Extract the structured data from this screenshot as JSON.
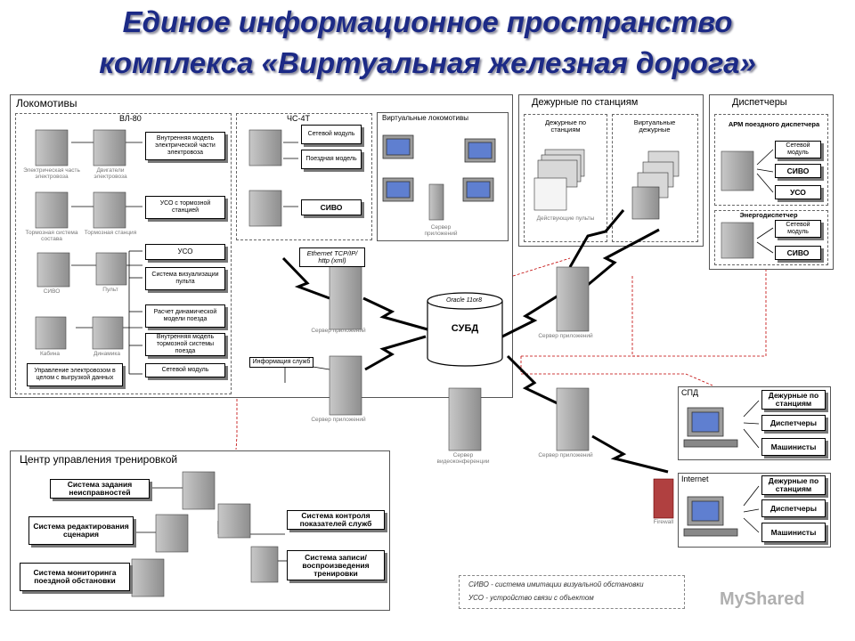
{
  "title": {
    "line1": "Единое информационное пространство",
    "line2": "комплекса «Виртуальная железная дорога»"
  },
  "locomotives": {
    "title": "Локомотивы",
    "vl80": {
      "title": "ВЛ-80",
      "servers": [
        "Электрическая часть электровоза",
        "Двигатели электровоза",
        "Тормозная система состава",
        "Тормозная станция",
        "СИВО",
        "Пульт",
        "Кабина",
        "Динамика"
      ],
      "modules": [
        "Внутренняя модель электрической части электровоза",
        "УСО с тормозной станцией",
        "УСО",
        "Система визуализации пульта",
        "Расчет динамической модели поезда",
        "Внутренняя модель тормозной системы поезда",
        "Сетевой модуль"
      ],
      "bottom": "Управление электровозом в целом с выгрузкой данных"
    },
    "chs4t": {
      "title": "ЧС-4Т",
      "modules": [
        "Сетевой модуль",
        "Поездная модель",
        "СИВО"
      ]
    },
    "virtual": {
      "title": "Виртуальные локомотивы",
      "server": "Сервер приложений"
    }
  },
  "duty": {
    "title": "Дежурные по станциям",
    "col1": "Дежурные по станциям",
    "col2": "Виртуальные дежурные",
    "remotes": "Действующие пульты"
  },
  "dispatchers": {
    "title": "Диспетчеры",
    "arm": "АРМ поездного диспетчера",
    "arm_modules": [
      "Сетевой модуль",
      "СИВО",
      "УСО"
    ],
    "energy": "Энергодиспетчер",
    "energy_modules": [
      "Сетевой модуль",
      "СИВО"
    ]
  },
  "network": {
    "ethernet": "Ethernet TCP/IP/ http (xml)",
    "oracle": "Oracle 11or8",
    "dbms": "СУБД",
    "app_server": "Сервер приложений",
    "service_info": "Информация служб",
    "video_server": "Сервер видеоконференции",
    "firewall": "Firewall"
  },
  "spd": {
    "title": "СПД",
    "items": [
      "Дежурные по станциям",
      "Диспетчеры",
      "Машинисты"
    ]
  },
  "internet": {
    "title": "Internet",
    "items": [
      "Дежурные по станциям",
      "Диспетчеры",
      "Машинисты"
    ]
  },
  "training": {
    "title": "Центр управления тренировкой",
    "left": [
      "Система задания неисправностей",
      "Система редактирования сценария",
      "Система мониторинга поездной обстановки"
    ],
    "right": [
      "Система контроля показателей служб",
      "Система записи/ воспроизведения тренировки"
    ]
  },
  "legend": {
    "line1": "СИВО - система имитации визуальной обстановки",
    "line2": "УСО - устройство связи с объектом"
  },
  "watermark": "MyShared"
}
